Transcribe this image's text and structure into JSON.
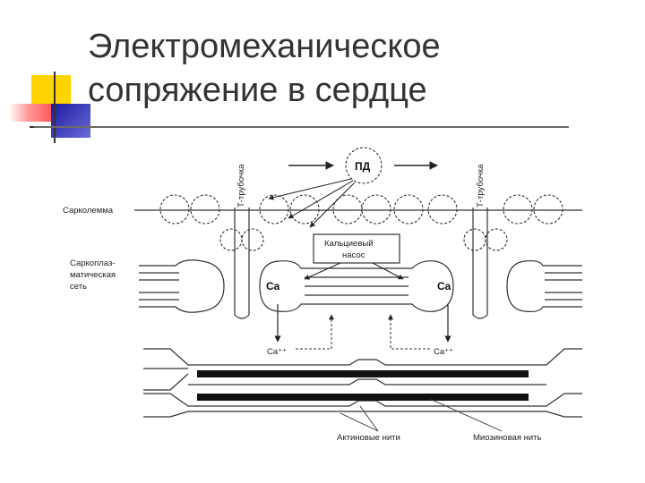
{
  "title": {
    "line1": "Электромеханическое",
    "line2": "сопряжение в сердце"
  },
  "diagram": {
    "pd": "ПД",
    "t_tubule": "Т-трубочка",
    "sarcolemma": "Сарколемма",
    "sr_line1": "Саркоплаз-",
    "sr_line2": "матическая",
    "sr_line3": "сеть",
    "pump_line1": "Кальциевый",
    "pump_line2": "насос",
    "ca": "Ca",
    "ca_ion": "Ca⁺⁺",
    "actin": "Актиновые нити",
    "myosin": "Миозиновая нить"
  },
  "colors": {
    "title_text": "#333333",
    "deco_yellow": "#ffd700",
    "deco_blue": "#2a2aa8",
    "deco_red": "#ff3333",
    "line": "#222222"
  }
}
